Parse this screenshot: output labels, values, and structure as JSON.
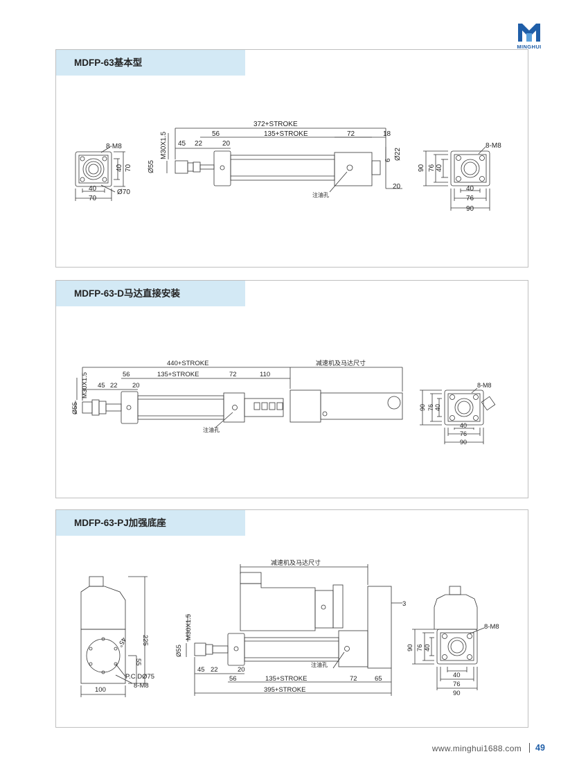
{
  "brand": {
    "name": "MINGHUI"
  },
  "sections": [
    {
      "title": "MDFP-63基本型",
      "labels": {
        "m8_left": "8-M8",
        "dim70_left_v": "70",
        "dim40_left_v": "40",
        "dim40_left_h": "40",
        "dim70_left_h": "70",
        "bore": "Ø70",
        "total": "372+STROKE",
        "stroke": "135+STROKE",
        "d56": "56",
        "d72": "72",
        "d18": "18",
        "d45": "45",
        "d22": "22",
        "d20": "20",
        "thread": "M30X1.5",
        "d55": "Ø55",
        "d22v": "Ø22",
        "d6": "6",
        "d20b": "20",
        "oil": "注油孔",
        "m8_right": "8-M8",
        "r90": "90",
        "r76": "76",
        "r40": "40",
        "r40h": "40",
        "r76h": "76",
        "r90h": "90"
      }
    },
    {
      "title": "MDFP-63-D马达直接安装",
      "labels": {
        "total": "440+STROKE",
        "stroke": "135+STROKE",
        "d56": "56",
        "d72": "72",
        "d110": "110",
        "d45": "45",
        "d22": "22",
        "d20": "20",
        "thread": "M30X1.5",
        "d55": "Ø55",
        "oil": "注油孔",
        "motor": "减速机及马达尺寸",
        "m8_right": "8-M8",
        "r90": "90",
        "r76": "76",
        "r40": "40",
        "r40h": "40",
        "r76h": "76",
        "r90h": "90"
      }
    },
    {
      "title": "MDFP-63-PJ加强底座",
      "labels": {
        "d225": "225",
        "d55v": "55",
        "d45deg": "45°",
        "d100": "100",
        "pcd": "P.C.DØ75",
        "m8_bottom": "8-M8",
        "motor": "减速机及马达尺寸",
        "d3": "3",
        "thread": "M30X1.5",
        "d55": "Ø55",
        "d45": "45",
        "d22": "22",
        "d20": "20",
        "d56": "56",
        "stroke": "135+STROKE",
        "d72": "72",
        "d65": "65",
        "total": "395+STROKE",
        "oil": "注油孔",
        "m8_right": "8-M8",
        "r90": "90",
        "r76": "76",
        "r40": "40",
        "r40h": "40",
        "r76h": "76",
        "r90h": "90"
      }
    }
  ],
  "footer": {
    "url": "www.minghui1688.com",
    "page": "49"
  }
}
